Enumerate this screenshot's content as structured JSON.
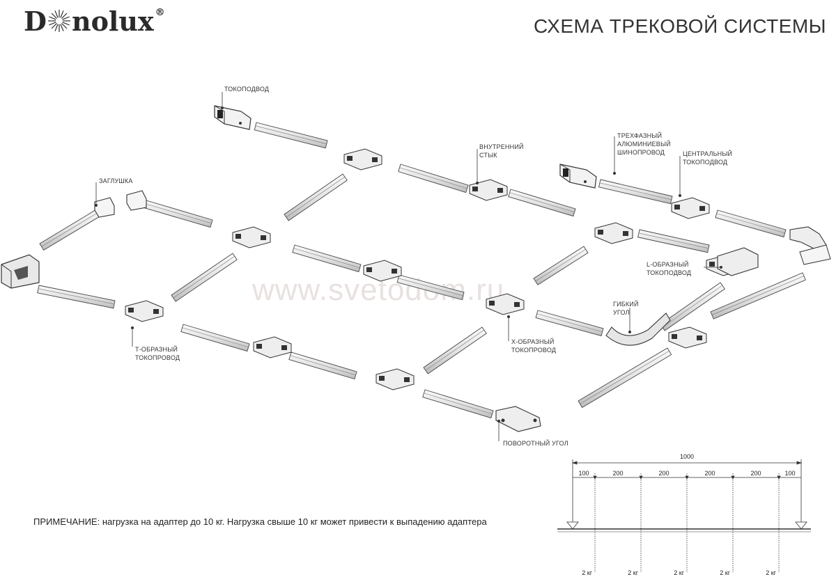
{
  "header": {
    "logo_pre": "D",
    "logo_post": "nolux",
    "logo_reg": "®",
    "title": "СХЕМА ТРЕКОВОЙ СИСТЕМЫ"
  },
  "watermark": "www.svetodom.ru",
  "labels": {
    "tokopodvod": "ТОКОПОДВОД",
    "zaglushka": "ЗАГЛУШКА",
    "vnutr_1": "ВНУТРЕННИЙ",
    "vnutr_2": "СТЫК",
    "trekh_1": "ТРЕХФАЗНЫЙ",
    "trekh_2": "АЛЮМИНИЕВЫЙ",
    "trekh_3": "ШИНОПРОВОД",
    "central_1": "ЦЕНТРАЛЬНЫЙ",
    "central_2": "ТОКОПОДВОД",
    "l_1": "L-ОБРАЗНЫЙ",
    "l_2": "ТОКОПОДВОД",
    "flex_1": "ГИБКИЙ",
    "flex_2": "УГОЛ",
    "t_1": "Т-ОБРАЗНЫЙ",
    "t_2": "ТОКОПРОВОД",
    "x_1": "Х-ОБРАЗНЫЙ",
    "x_2": "ТОКОПРОВОД",
    "rot": "ПОВОРОТНЫЙ УГОЛ"
  },
  "note": "ПРИМЕЧАНИЕ: нагрузка на адаптер до 10 кг. Нагрузка свыше 10 кг может привести к выпадению адаптера",
  "dimensions": {
    "total": "1000",
    "segments": [
      "100",
      "200",
      "200",
      "200",
      "200",
      "100"
    ],
    "loads": [
      "2 кг",
      "2 кг",
      "2 кг",
      "2 кг",
      "2 кг"
    ]
  }
}
